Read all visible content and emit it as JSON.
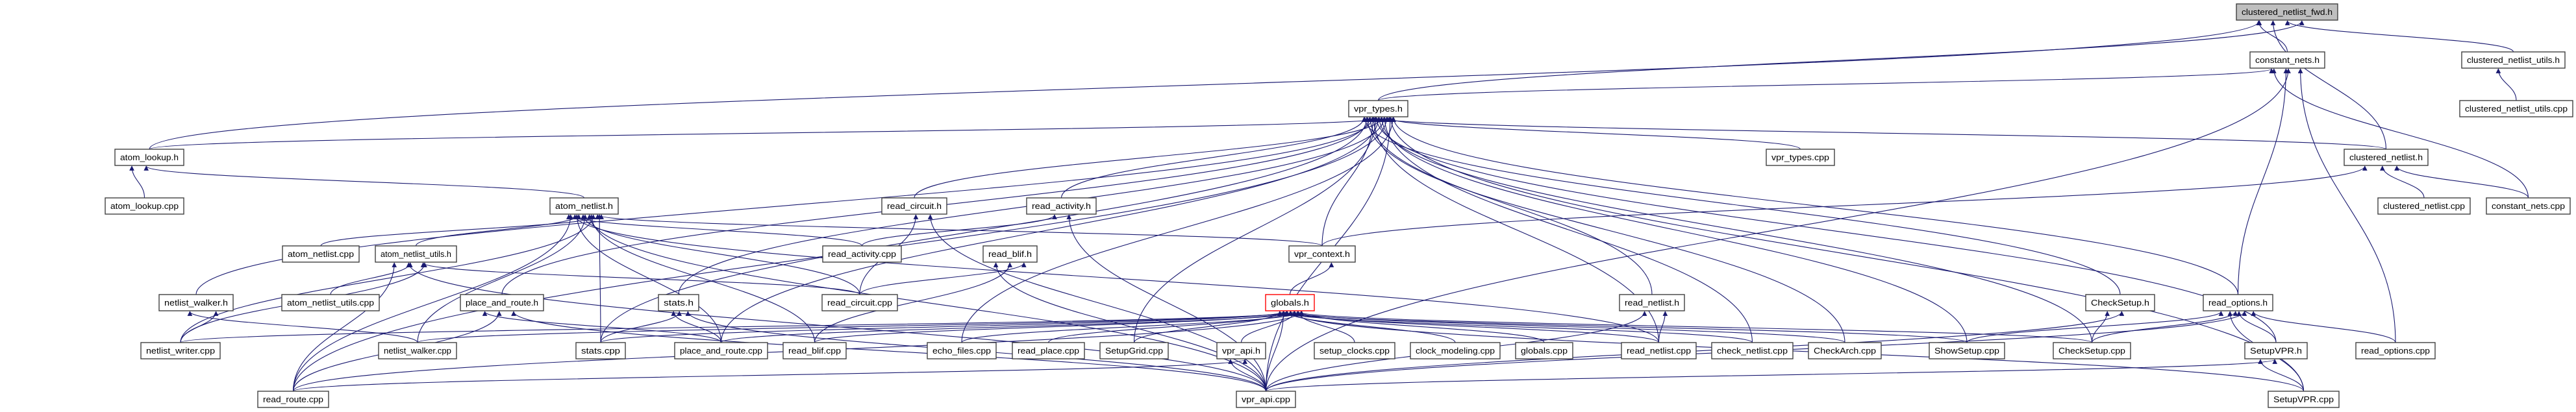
{
  "graph": {
    "type": "include-dependency-graph",
    "focus": "clustered_netlist_fwd.h",
    "highlighted": [
      "globals.h"
    ],
    "colors": {
      "edge": "#191970",
      "border": "#404040",
      "focus_fill": "#bfbfbf",
      "highlight_border": "#ff0000",
      "background": "#ffffff"
    },
    "nodes": [
      "clustered_netlist_fwd.h",
      "constant_nets.h",
      "clustered_netlist_utils.h",
      "vpr_types.h",
      "clustered_netlist_utils.cpp",
      "atom_lookup.h",
      "vpr_types.cpp",
      "clustered_netlist.h",
      "atom_lookup.cpp",
      "atom_netlist.h",
      "read_circuit.h",
      "read_activity.h",
      "clustered_netlist.cpp",
      "constant_nets.cpp",
      "atom_netlist.cpp",
      "atom_netlist_utils.h",
      "read_activity.cpp",
      "read_blif.h",
      "vpr_context.h",
      "netlist_walker.h",
      "atom_netlist_utils.cpp",
      "place_and_route.h",
      "stats.h",
      "read_circuit.cpp",
      "globals.h",
      "read_netlist.h",
      "CheckSetup.h",
      "read_options.h",
      "netlist_writer.cpp",
      "netlist_walker.cpp",
      "stats.cpp",
      "place_and_route.cpp",
      "read_blif.cpp",
      "echo_files.cpp",
      "read_place.cpp",
      "SetupGrid.cpp",
      "vpr_api.h",
      "setup_clocks.cpp",
      "clock_modeling.cpp",
      "globals.cpp",
      "read_netlist.cpp",
      "check_netlist.cpp",
      "CheckArch.cpp",
      "ShowSetup.cpp",
      "CheckSetup.cpp",
      "SetupVPR.h",
      "read_options.cpp",
      "read_route.cpp",
      "vpr_api.cpp",
      "SetupVPR.cpp"
    ],
    "edges": [
      [
        "constant_nets.h",
        "clustered_netlist_fwd.h"
      ],
      [
        "clustered_netlist.h",
        "clustered_netlist_fwd.h"
      ],
      [
        "clustered_netlist_utils.h",
        "clustered_netlist_fwd.h"
      ],
      [
        "vpr_types.h",
        "clustered_netlist_fwd.h"
      ],
      [
        "atom_lookup.h",
        "clustered_netlist_fwd.h"
      ],
      [
        "clustered_netlist_utils.cpp",
        "clustered_netlist_utils.h"
      ],
      [
        "vpr_types.h",
        "constant_nets.h"
      ],
      [
        "read_options.h",
        "constant_nets.h"
      ],
      [
        "read_options.cpp",
        "constant_nets.h"
      ],
      [
        "constant_nets.cpp",
        "constant_nets.h"
      ],
      [
        "vpr_api.cpp",
        "constant_nets.h"
      ],
      [
        "clustered_netlist.cpp",
        "clustered_netlist.h"
      ],
      [
        "constant_nets.cpp",
        "clustered_netlist.h"
      ],
      [
        "vpr_context.h",
        "clustered_netlist.h"
      ],
      [
        "clustered_netlist.h",
        "vpr_types.h"
      ],
      [
        "atom_lookup.h",
        "vpr_types.h"
      ],
      [
        "netlist_walker.h",
        "vpr_types.h"
      ],
      [
        "read_route.cpp",
        "vpr_types.h"
      ],
      [
        "place_and_route.h",
        "vpr_types.h"
      ],
      [
        "stats.h",
        "vpr_types.h"
      ],
      [
        "stats.cpp",
        "vpr_types.h"
      ],
      [
        "read_circuit.h",
        "vpr_types.h"
      ],
      [
        "read_activity.h",
        "vpr_types.h"
      ],
      [
        "place_and_route.cpp",
        "vpr_types.h"
      ],
      [
        "echo_files.cpp",
        "vpr_types.h"
      ],
      [
        "SetupGrid.cpp",
        "vpr_types.h"
      ],
      [
        "vpr_api.cpp",
        "vpr_types.h"
      ],
      [
        "vpr_context.h",
        "vpr_types.h"
      ],
      [
        "vpr_types.cpp",
        "vpr_types.h"
      ],
      [
        "read_netlist.h",
        "vpr_types.h"
      ],
      [
        "check_netlist.cpp",
        "vpr_types.h"
      ],
      [
        "CheckArch.cpp",
        "vpr_types.h"
      ],
      [
        "ShowSetup.cpp",
        "vpr_types.h"
      ],
      [
        "CheckSetup.h",
        "vpr_types.h"
      ],
      [
        "CheckSetup.cpp",
        "vpr_types.h"
      ],
      [
        "read_options.h",
        "vpr_types.h"
      ],
      [
        "SetupVPR.h",
        "vpr_types.h"
      ],
      [
        "SetupVPR.cpp",
        "vpr_types.h"
      ],
      [
        "read_netlist.cpp",
        "vpr_types.h"
      ],
      [
        "atom_lookup.cpp",
        "atom_lookup.h"
      ],
      [
        "atom_netlist.h",
        "atom_lookup.h"
      ],
      [
        "atom_netlist.cpp",
        "atom_netlist.h"
      ],
      [
        "atom_netlist_utils.h",
        "atom_netlist.h"
      ],
      [
        "netlist_writer.cpp",
        "atom_netlist.h"
      ],
      [
        "read_route.cpp",
        "atom_netlist.h"
      ],
      [
        "netlist_walker.cpp",
        "atom_netlist.h"
      ],
      [
        "stats.cpp",
        "atom_netlist.h"
      ],
      [
        "place_and_route.cpp",
        "atom_netlist.h"
      ],
      [
        "read_blif.cpp",
        "atom_netlist.h"
      ],
      [
        "read_activity.cpp",
        "atom_netlist.h"
      ],
      [
        "read_circuit.cpp",
        "atom_netlist.h"
      ],
      [
        "vpr_context.h",
        "atom_netlist.h"
      ],
      [
        "read_netlist.cpp",
        "atom_netlist.h"
      ],
      [
        "vpr_api.cpp",
        "atom_netlist.h"
      ],
      [
        "atom_netlist_utils.cpp",
        "atom_netlist_utils.h"
      ],
      [
        "netlist_writer.cpp",
        "atom_netlist_utils.h"
      ],
      [
        "read_route.cpp",
        "atom_netlist_utils.h"
      ],
      [
        "vpr_api.cpp",
        "atom_netlist_utils.h"
      ],
      [
        "read_circuit.cpp",
        "atom_netlist_utils.h"
      ],
      [
        "netlist_writer.cpp",
        "netlist_walker.h"
      ],
      [
        "netlist_walker.cpp",
        "netlist_walker.h"
      ],
      [
        "place_and_route.cpp",
        "place_and_route.h"
      ],
      [
        "read_route.cpp",
        "place_and_route.h"
      ],
      [
        "vpr_api.cpp",
        "place_and_route.h"
      ],
      [
        "stats.cpp",
        "stats.h"
      ],
      [
        "place_and_route.cpp",
        "stats.h"
      ],
      [
        "vpr_api.cpp",
        "stats.h"
      ],
      [
        "read_circuit.cpp",
        "read_circuit.h"
      ],
      [
        "vpr_api.cpp",
        "read_circuit.h"
      ],
      [
        "read_activity.cpp",
        "read_activity.h"
      ],
      [
        "vpr_api.cpp",
        "read_activity.h"
      ],
      [
        "read_circuit.cpp",
        "read_blif.h"
      ],
      [
        "read_blif.cpp",
        "read_blif.h"
      ],
      [
        "vpr_api.cpp",
        "read_blif.h"
      ],
      [
        "globals.h",
        "vpr_context.h"
      ],
      [
        "netlist_writer.cpp",
        "globals.h"
      ],
      [
        "stats.cpp",
        "globals.h"
      ],
      [
        "place_and_route.cpp",
        "globals.h"
      ],
      [
        "read_blif.cpp",
        "globals.h"
      ],
      [
        "echo_files.cpp",
        "globals.h"
      ],
      [
        "read_place.cpp",
        "globals.h"
      ],
      [
        "SetupGrid.cpp",
        "globals.h"
      ],
      [
        "vpr_api.h",
        "globals.h"
      ],
      [
        "vpr_api.cpp",
        "globals.h"
      ],
      [
        "setup_clocks.cpp",
        "globals.h"
      ],
      [
        "clock_modeling.cpp",
        "globals.h"
      ],
      [
        "globals.cpp",
        "globals.h"
      ],
      [
        "read_netlist.cpp",
        "globals.h"
      ],
      [
        "check_netlist.cpp",
        "globals.h"
      ],
      [
        "CheckArch.cpp",
        "globals.h"
      ],
      [
        "ShowSetup.cpp",
        "globals.h"
      ],
      [
        "CheckSetup.cpp",
        "globals.h"
      ],
      [
        "netlist_walker.cpp",
        "globals.h"
      ],
      [
        "read_route.cpp",
        "globals.h"
      ],
      [
        "SetupVPR.cpp",
        "globals.h"
      ],
      [
        "vpr_api.cpp",
        "vpr_api.h"
      ],
      [
        "read_route.cpp",
        "vpr_api.h"
      ],
      [
        "read_netlist.cpp",
        "read_netlist.h"
      ],
      [
        "vpr_api.cpp",
        "read_netlist.h"
      ],
      [
        "CheckSetup.cpp",
        "CheckSetup.h"
      ],
      [
        "vpr_api.cpp",
        "CheckSetup.h"
      ],
      [
        "SetupVPR.h",
        "read_options.h"
      ],
      [
        "read_options.cpp",
        "read_options.h"
      ],
      [
        "SetupVPR.cpp",
        "read_options.h"
      ],
      [
        "vpr_api.cpp",
        "read_options.h"
      ],
      [
        "ShowSetup.cpp",
        "read_options.h"
      ],
      [
        "CheckSetup.cpp",
        "read_options.h"
      ],
      [
        "SetupVPR.cpp",
        "SetupVPR.h"
      ],
      [
        "vpr_api.cpp",
        "SetupVPR.h"
      ]
    ]
  }
}
